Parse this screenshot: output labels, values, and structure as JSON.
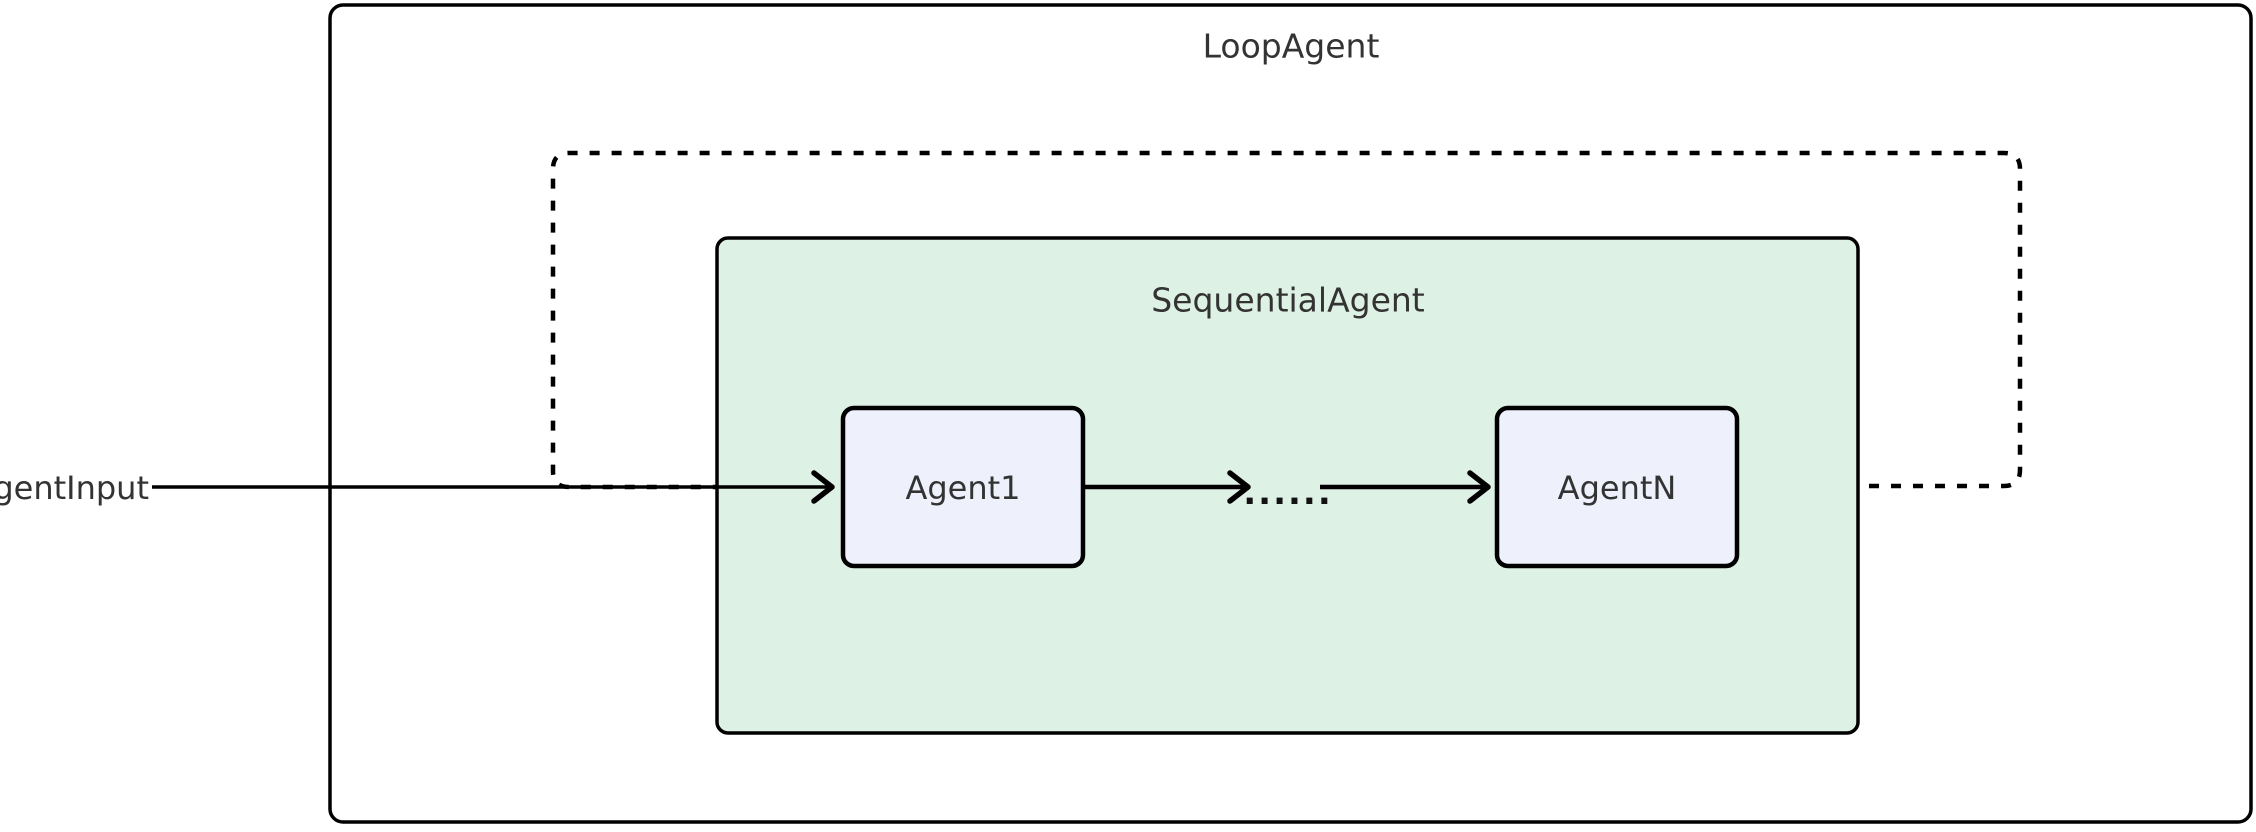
{
  "diagram": {
    "type": "flowchart",
    "loop_agent": {
      "label": "LoopAgent"
    },
    "sequential_agent": {
      "label": "SequentialAgent"
    },
    "nodes": [
      {
        "id": "agent1",
        "label": "Agent1"
      },
      {
        "id": "agentN",
        "label": "AgentN"
      }
    ],
    "input": {
      "label": "AgentInput"
    },
    "ellipsis_label": "......",
    "edges": [
      {
        "from": "AgentInput",
        "to": "Agent1",
        "style": "solid-arrow"
      },
      {
        "from": "Agent1",
        "to": "......",
        "style": "solid-arrow"
      },
      {
        "from": "......",
        "to": "AgentN",
        "style": "solid-arrow"
      },
      {
        "from": "AgentN",
        "to": "Agent1",
        "style": "dashed-loop-back"
      }
    ],
    "colors": {
      "background": "#ffffff",
      "sequential_agent_fill": "#def1e5",
      "node_fill": "#eef1fb",
      "stroke": "#000000",
      "text": "#333333"
    }
  }
}
